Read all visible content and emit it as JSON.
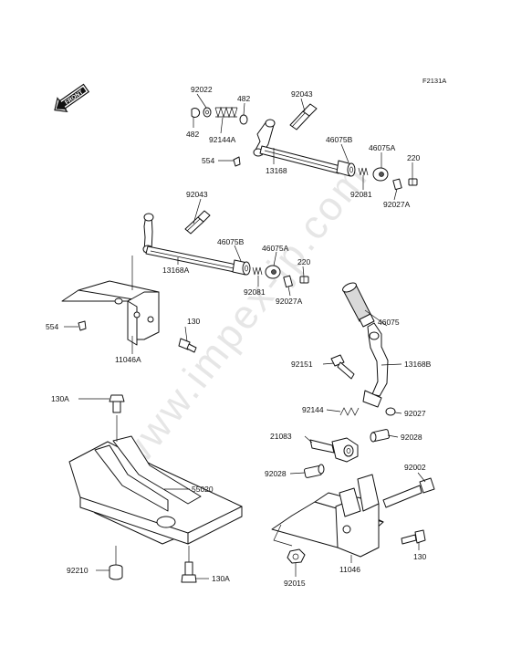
{
  "diagram_code": "F2131A",
  "front_badge": "FRONT",
  "watermark": "www.impex-jp.com",
  "labels": {
    "l92022": "92022",
    "l482a": "482",
    "l92043a": "92043",
    "l482b": "482",
    "l92144A": "92144A",
    "l554a": "554",
    "l13168": "13168",
    "l46075B_top": "46075B",
    "l46075A_top": "46075A",
    "l220_top": "220",
    "l92081_top": "92081",
    "l92027A_top": "92027A",
    "l92043b": "92043",
    "l46075B_mid": "46075B",
    "l46075A_mid": "46075A",
    "l220_mid": "220",
    "l13168A": "13168A",
    "l92081_mid": "92081",
    "l92027A_mid": "92027A",
    "l554b": "554",
    "l130a": "130",
    "l11046A": "11046A",
    "l46075": "46075",
    "l92151": "92151",
    "l13168B": "13168B",
    "l130A_top": "130A",
    "l92144": "92144",
    "l92027": "92027",
    "l21083": "21083",
    "l92028a": "92028",
    "l55020": "55020",
    "l92028b": "92028",
    "l92002": "92002",
    "l92210": "92210",
    "l130A_bot": "130A",
    "l130b": "130",
    "l92015": "92015",
    "l11046": "11046"
  }
}
